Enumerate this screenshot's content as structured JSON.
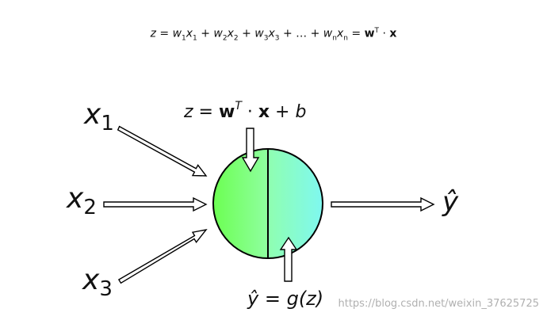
{
  "top_equation": {
    "z": "z",
    "eq": " = ",
    "w1": "w",
    "s1": "1",
    "x1": "x",
    "t1": "1",
    "p1": " + ",
    "w2": "w",
    "s2": "2",
    "x2": "x",
    "t2": "2",
    "p2": " + ",
    "w3": "w",
    "s3": "3",
    "x3": "x",
    "t3": "3",
    "p3": " + … + ",
    "wn": "w",
    "sn": "n",
    "xn": "x",
    "tn": "n",
    "eq2": " = ",
    "wvec": "w",
    "T": "T",
    "dot": " · ",
    "xvec": "x"
  },
  "inputs": [
    {
      "var": "x",
      "sub": "1"
    },
    {
      "var": "x",
      "sub": "2"
    },
    {
      "var": "x",
      "sub": "3"
    }
  ],
  "neuron_sum": {
    "z": "z",
    "eq": " = ",
    "w": "w",
    "T": "T",
    "dot": " · ",
    "x": "x",
    "plus": " + ",
    "b": "b"
  },
  "neuron_activation": {
    "yhat": "ŷ",
    "eq": " = ",
    "g": "g(z)"
  },
  "output": {
    "yhat": "ŷ"
  },
  "colors": {
    "left_half_start": "#6cff52",
    "left_half_end": "#8fffa0",
    "right_half_start": "#8fffb0",
    "right_half_end": "#7ff8f0"
  },
  "watermark": "https://blog.csdn.net/weixin_37625725"
}
